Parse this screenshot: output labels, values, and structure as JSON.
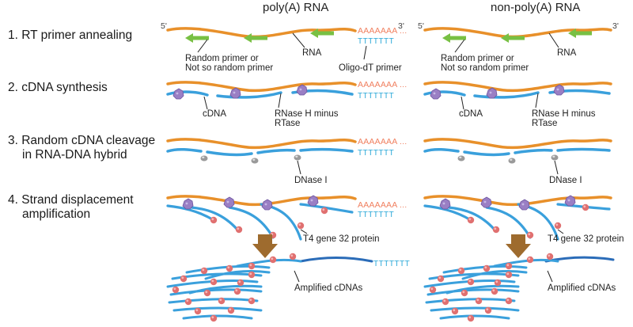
{
  "columns": {
    "left_title": "poly(A) RNA",
    "right_title": "non-poly(A) RNA"
  },
  "steps": {
    "s1": "1. RT primer annealing",
    "s2": "2. cDNA synthesis",
    "s3_line1": "3. Random cDNA cleavage",
    "s3_line2": "in RNA-DNA hybrid",
    "s4_line1": "4. Strand displacement",
    "s4_line2": "amplification"
  },
  "ends": {
    "five": "5'",
    "three": "3'"
  },
  "polya": "AAAAAAA ...",
  "oligo_dt": "TTTTTTT",
  "labels": {
    "random_primer_1": "Random primer  or",
    "random_primer_2": "Not so random primer",
    "rna": "RNA",
    "oligo_dt_primer": "Oligo-dT primer",
    "cdna": "cDNA",
    "rnase_1": "RNase H minus",
    "rnase_2": "RTase",
    "dnase": "DNase I",
    "t4": "T4 gene 32 protein",
    "amplified": "Amplified cDNAs"
  },
  "colors": {
    "rna": "#e8902a",
    "cdna": "#3aa0dc",
    "primer_arrow": "#78c043",
    "polya_text": "#f08060",
    "oligo": "#2aa8d8",
    "rtase": "#9a7fc4",
    "dnase": "#9a9a9a",
    "t4_protein": "#e07070",
    "down_arrow": "#9e6b2e"
  }
}
